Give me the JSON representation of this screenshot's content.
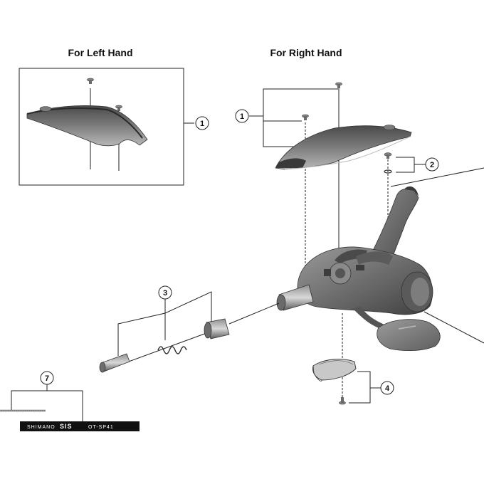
{
  "headings": {
    "left": "For Left Hand",
    "right": "For Right Hand"
  },
  "callouts": [
    "1",
    "1",
    "2",
    "3",
    "4",
    "7"
  ],
  "cable_text": {
    "brand": "SHIMANO",
    "logo": "SIS",
    "code": "OT-SP41"
  },
  "colors": {
    "part_dark": "#3a3a3a",
    "part_mid": "#6b6b6b",
    "part_light": "#a9a9a9",
    "line": "#222222"
  }
}
